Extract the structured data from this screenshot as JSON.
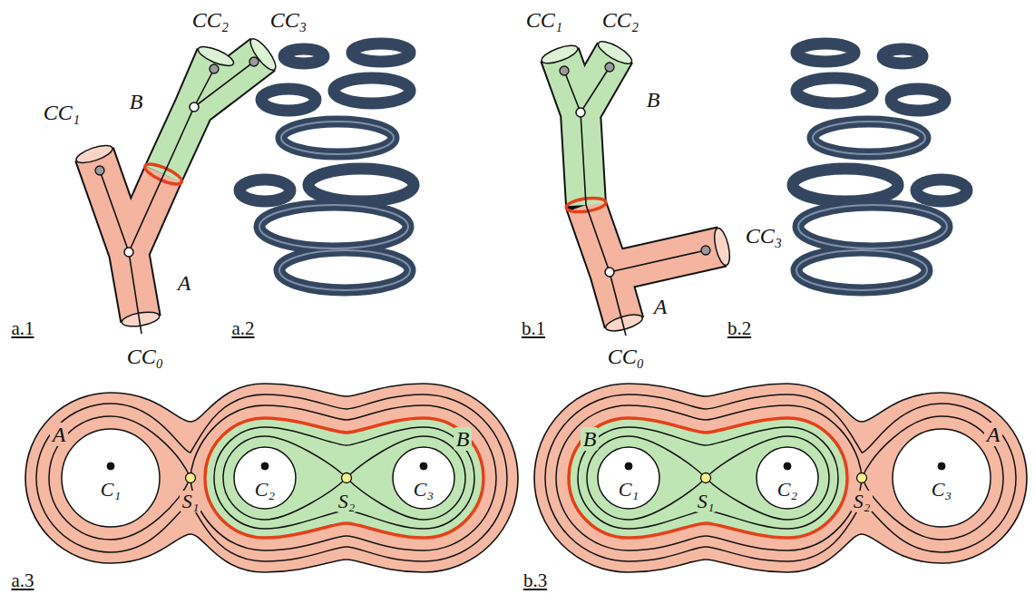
{
  "diagram": {
    "nodes": [
      {
        "text": [
          "A"
        ]
      },
      {
        "text": [
          "B"
        ],
        "in": 0
      },
      {
        "text": [
          "A"
        ]
      },
      {
        "text": [
          "B"
        ],
        "in": 2
      }
    ],
    "labels": [
      "CC₂",
      "CC₃",
      "CC₁",
      "B",
      "A",
      "CC₀",
      "a.1",
      "a.2",
      "CC₁",
      "CC₂",
      "B",
      "CC₃",
      "A",
      "CC₀",
      "b.1",
      "b.2",
      "C₁",
      "S₁",
      "C₂",
      "S₂",
      "C₃",
      "a.3",
      "C₁",
      "S₁",
      "C₂",
      "S₂",
      "C₃",
      "b.3"
    ]
  }
}
